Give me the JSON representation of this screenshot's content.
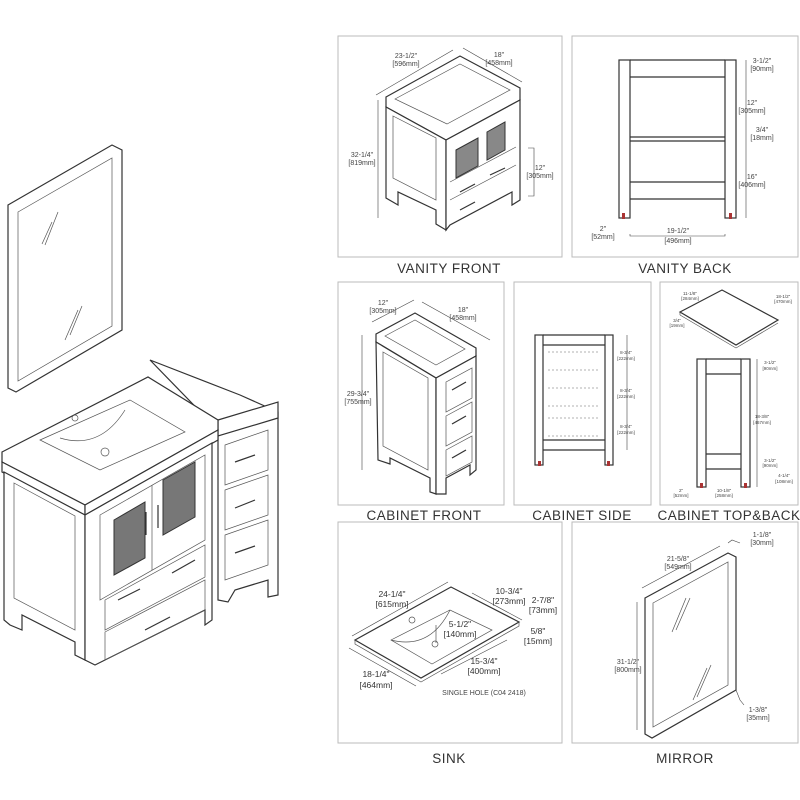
{
  "panels": {
    "vanity_front": {
      "label": "VANITY FRONT",
      "width": "23-1/2\"",
      "width_mm": "[596mm]",
      "depth": "18\"",
      "depth_mm": "[458mm]",
      "height": "32-1/4\"",
      "height_mm": "[819mm]",
      "drawer": "12\"",
      "drawer_mm": "[305mm]"
    },
    "vanity_back": {
      "label": "VANITY BACK",
      "top": "3-1/2\"",
      "top_mm": "[90mm]",
      "upper": "12\"",
      "upper_mm": "[305mm]",
      "shelf": "3/4\"",
      "shelf_mm": "[18mm]",
      "lower": "16\"",
      "lower_mm": "[406mm]",
      "foot": "2\"",
      "foot_mm": "[52mm]",
      "inner_width": "19-1/2\"",
      "inner_width_mm": "[496mm]"
    },
    "cabinet_front": {
      "label": "CABINET FRONT",
      "width": "12\"",
      "width_mm": "[305mm]",
      "depth": "18\"",
      "depth_mm": "[458mm]",
      "height": "29-3/4\"",
      "height_mm": "[755mm]"
    },
    "cabinet_side": {
      "label": "CABINET SIDE",
      "d1": "8-3/4\"",
      "d1_mm": "[222mm]",
      "d2": "8-3/4\"",
      "d2_mm": "[222mm]",
      "d3": "8-3/4\"",
      "d3_mm": "[222mm]"
    },
    "cabinet_top_back": {
      "label": "CABINET TOP&BACK",
      "top_w": "11-1/8\"",
      "top_w_mm": "[284mm]",
      "top_d": "18-1/2\"",
      "top_d_mm": "[470mm]",
      "top_t": "3/4\"",
      "top_t_mm": "[19mm]",
      "top_rail": "3-1/2\"",
      "top_rail_mm": "[90mm]",
      "middle": "18-3/8\"",
      "middle_mm": "[467mm]",
      "bottom_rail": "3-1/2\"",
      "bottom_rail_mm": "[90mm]",
      "leg": "4-1/4\"",
      "leg_mm": "[108mm]",
      "foot": "2\"",
      "foot_mm": "[52mm]",
      "inner_width": "10-1/8\"",
      "inner_width_mm": "[258mm]"
    },
    "sink": {
      "label": "SINK",
      "width": "24-1/4\"",
      "width_mm": "[615mm]",
      "bowl_d": "10-3/4\"",
      "bowl_d_mm": "[273mm]",
      "edge": "2-7/8\"",
      "edge_mm": "[73mm]",
      "thick": "5/8\"",
      "thick_mm": "[15mm]",
      "bowl_depth": "5-1/2\"",
      "bowl_depth_mm": "[140mm]",
      "bowl_w": "15-3/4\"",
      "bowl_w_mm": "[400mm]",
      "depth": "18-1/4\"",
      "depth_mm": "[464mm]",
      "note": "SINGLE HOLE (C04 2418)"
    },
    "mirror": {
      "label": "MIRROR",
      "thick": "1-1/8\"",
      "thick_mm": "[30mm]",
      "width": "21-5/8\"",
      "width_mm": "[549mm]",
      "height": "31-1/2\"",
      "height_mm": "[800mm]",
      "frame": "1-3/8\"",
      "frame_mm": "[35mm]"
    }
  },
  "colors": {
    "foot": "#aa3333",
    "line": "#333333",
    "panel_border": "#bbbbbb"
  }
}
